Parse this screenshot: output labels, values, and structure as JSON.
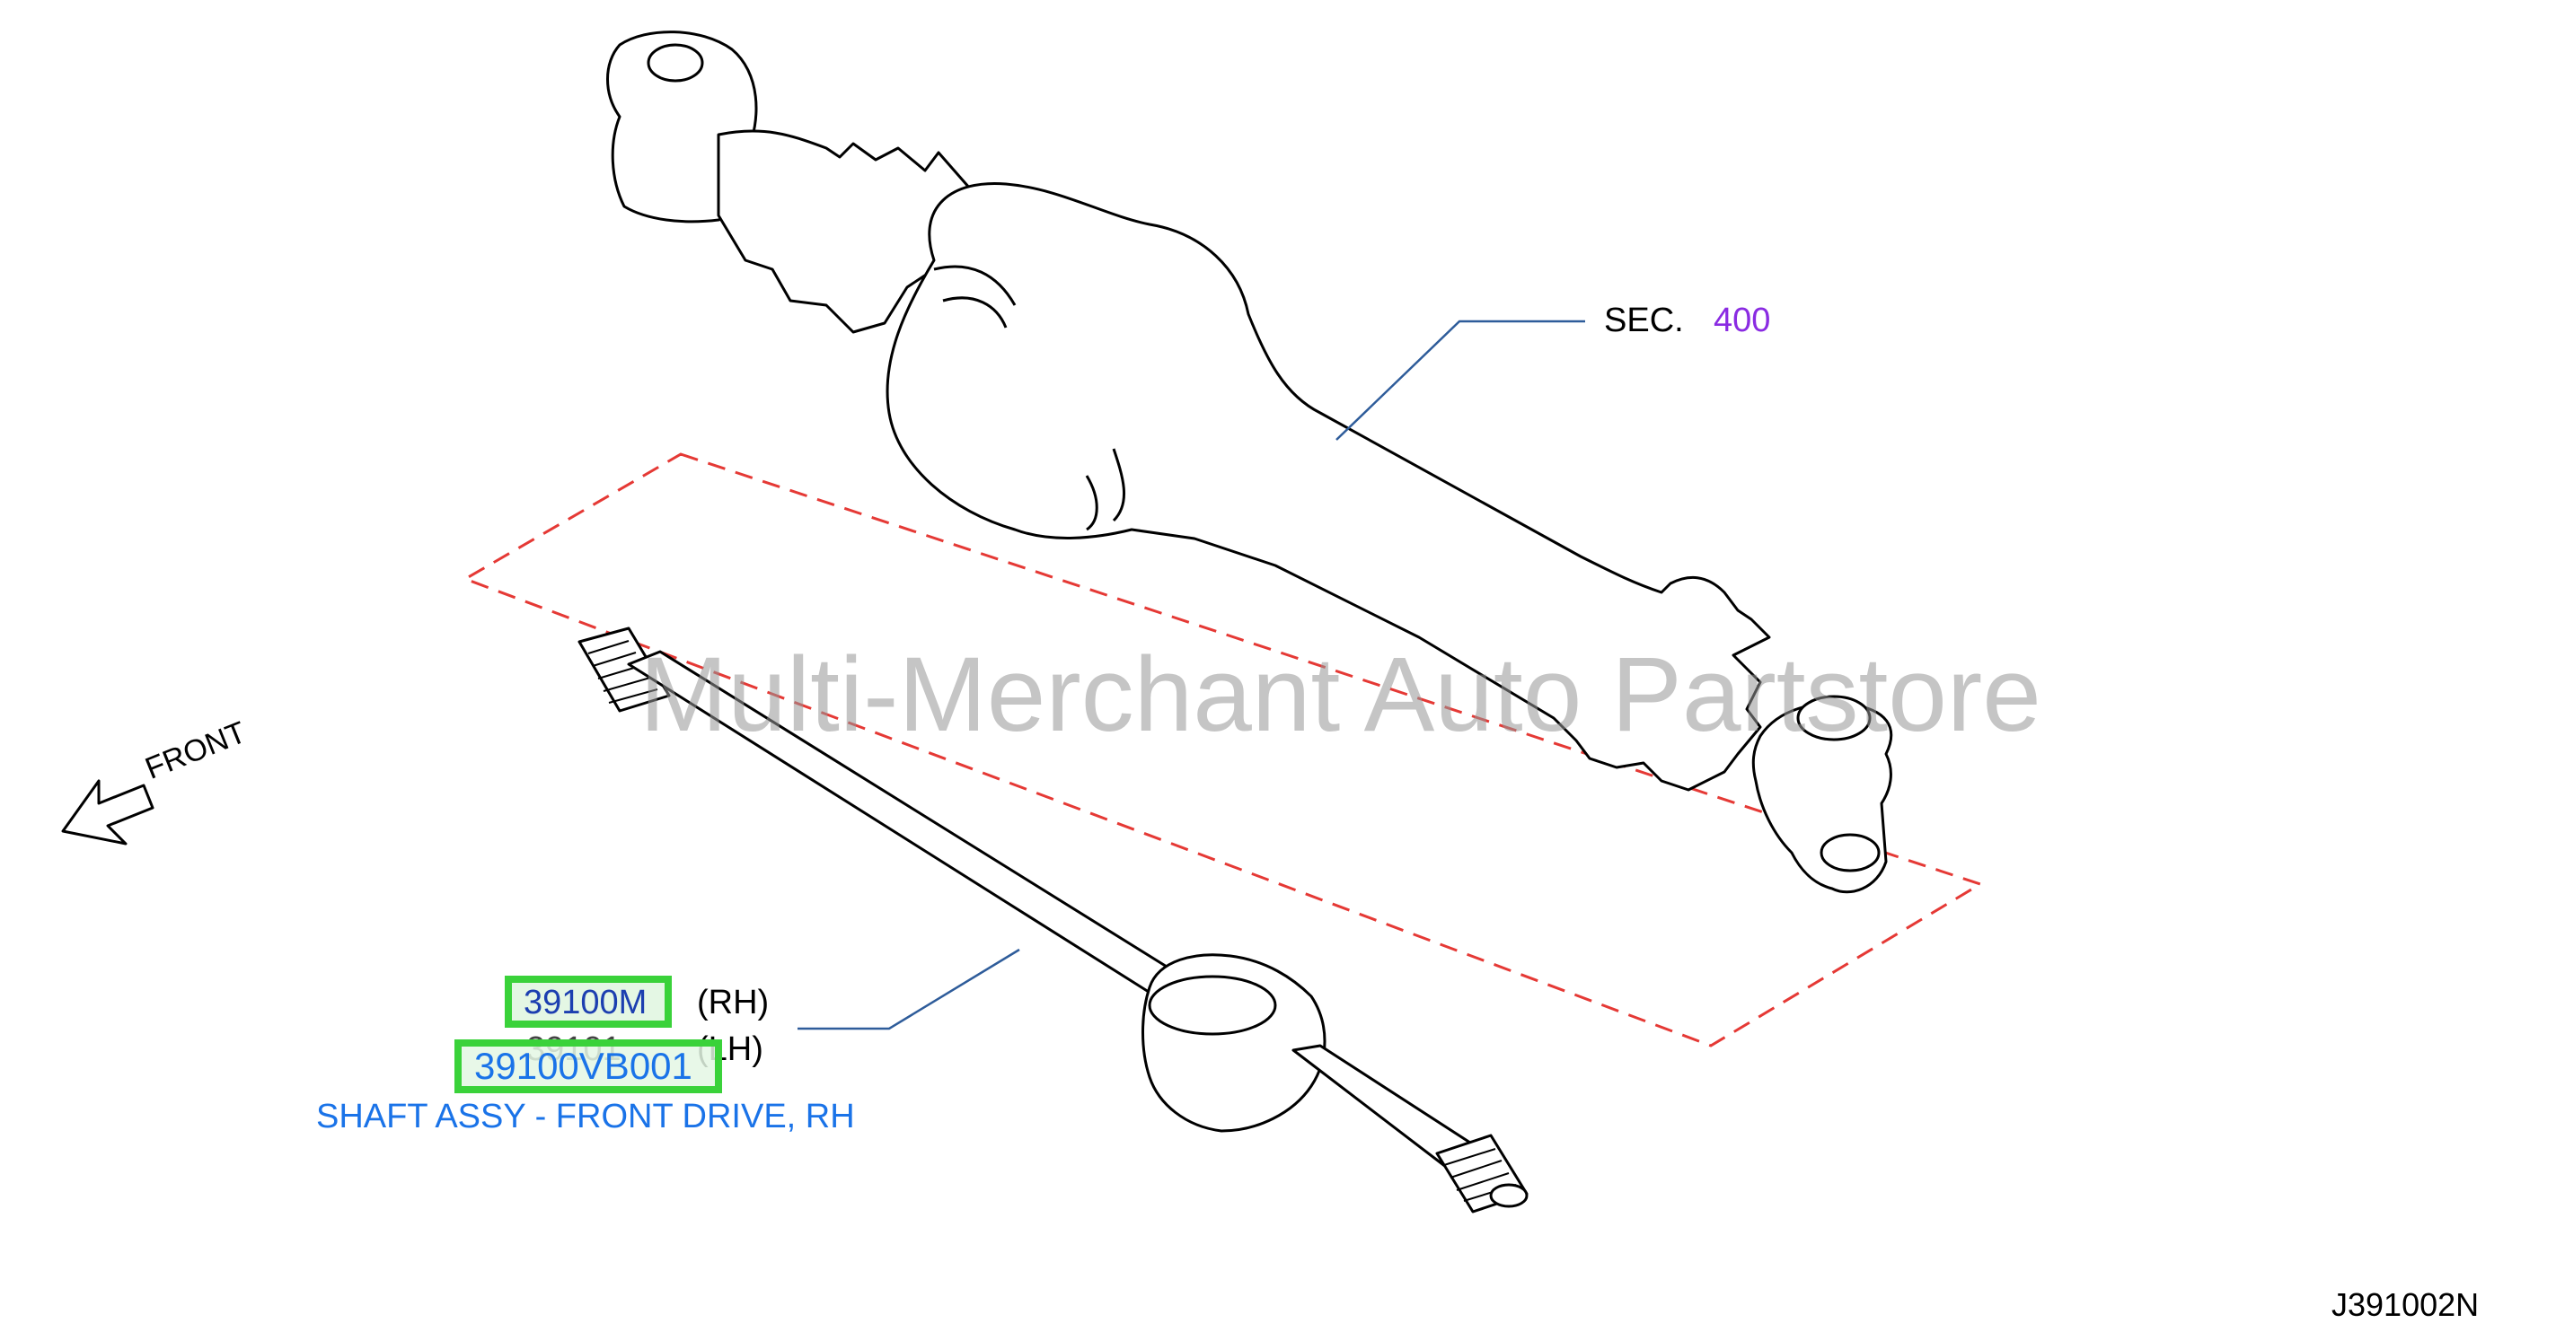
{
  "diagram": {
    "direction_label": "FRONT",
    "section_prefix": "SEC.",
    "section_number": "400",
    "parts": [
      {
        "number": "39100M",
        "side": "(RH)"
      },
      {
        "number": "39101",
        "side": "(LH)"
      }
    ],
    "highlighted_part": {
      "number": "39100VB001",
      "description": "SHAFT ASSY - FRONT DRIVE, RH"
    },
    "watermark": "Multi-Merchant Auto Partstore",
    "diagram_code": "J391002N",
    "colors": {
      "highlight_border": "#3ad23a",
      "link_blue": "#1a73e8",
      "section_purple": "#8a2be2",
      "leader_line": "#2e5c9a",
      "dashed_outline": "#e53935"
    }
  }
}
